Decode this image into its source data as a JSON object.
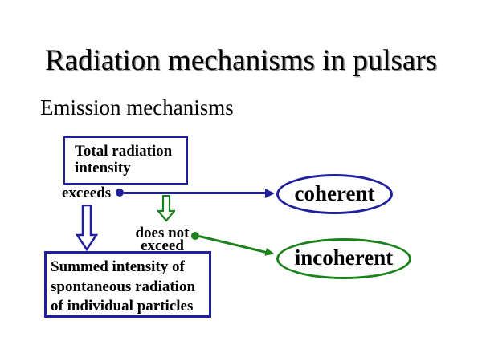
{
  "slide": {
    "title": "Radiation mechanisms in pulsars",
    "subtitle": "Emission mechanisms"
  },
  "colors": {
    "navy": "#1f1f9e",
    "green": "#1a821a",
    "text": "#000000",
    "background": "#ffffff"
  },
  "diagram": {
    "total_box": {
      "lines": [
        "Total radiation",
        "intensity"
      ]
    },
    "exceeds_label": "exceeds",
    "does_not_exceed_label": {
      "lines": [
        "does not",
        "exceed"
      ]
    },
    "summed_box": {
      "lines": [
        "Summed intensity of",
        "spontaneous radiation",
        "of individual particles"
      ]
    },
    "coherent_label": "coherent",
    "incoherent_label": "incoherent",
    "icons": {
      "navy_down_arrow": "hollow-down-arrow",
      "green_down_arrow": "hollow-down-arrow",
      "right_arrowhead": "filled-right-arrowhead"
    }
  }
}
